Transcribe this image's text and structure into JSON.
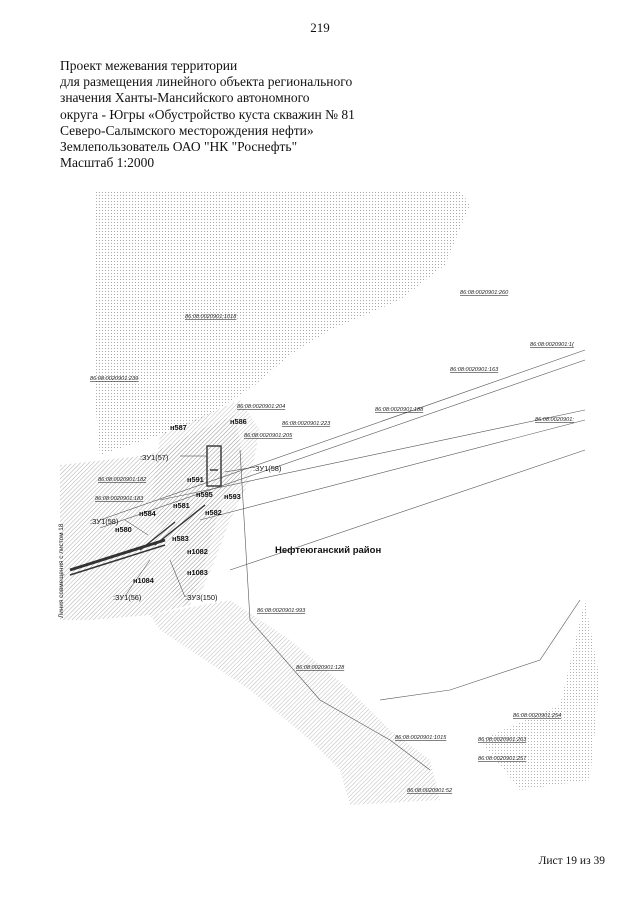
{
  "page_number": "219",
  "title_lines": [
    "Проект межевания территории",
    "для размещения линейного объекта регионального",
    "значения Ханты-Мансийского автономного",
    "округа - Югры «Обустройство куста скважин № 81",
    "Северо-Салымского месторождения нефти»",
    "Землепользователь ОАО \"НК \"Роснефть\"",
    "Масштаб 1:2000"
  ],
  "map": {
    "district": "Нефтеюганский район",
    "side_label": "Линия совмещения с листом 18",
    "parcels": [
      "86:08:0020901:260",
      "86:08:0020901:1018",
      "86:08:0020901:1(",
      "86:08:0020901:163",
      "86:08:0020901:239",
      "86:08:0020901:204",
      "86:08:0020901:223",
      "86:08:0020901:205",
      "86:08:0020901:188",
      "86:08:0020901:",
      "86:08:0020901:182",
      "86:08:0020901:183",
      "86:08:0020901:993",
      "86:08:0020901:128",
      "86:08:0020901:254",
      "86:08:0020901:1015",
      "86:08:0020901:263",
      "86:08:0020901:257",
      "86:08:0020901:52"
    ],
    "points": [
      "н587",
      "н586",
      "н591",
      "н595",
      "н593",
      "н581",
      "н582",
      "н584",
      "н580",
      "н583",
      "н1082",
      "н1083",
      "н1084"
    ],
    "zu_labels": [
      ":ЗУ1(57)",
      ":ЗУ1(58)",
      ":ЗУ1(58)",
      ":ЗУ1(56)",
      ":ЗУ3(150)"
    ]
  },
  "footer": "Лист 19 из 39",
  "colors": {
    "hatch": "#9a9a9a",
    "line": "#555555",
    "feature": "#333333"
  }
}
